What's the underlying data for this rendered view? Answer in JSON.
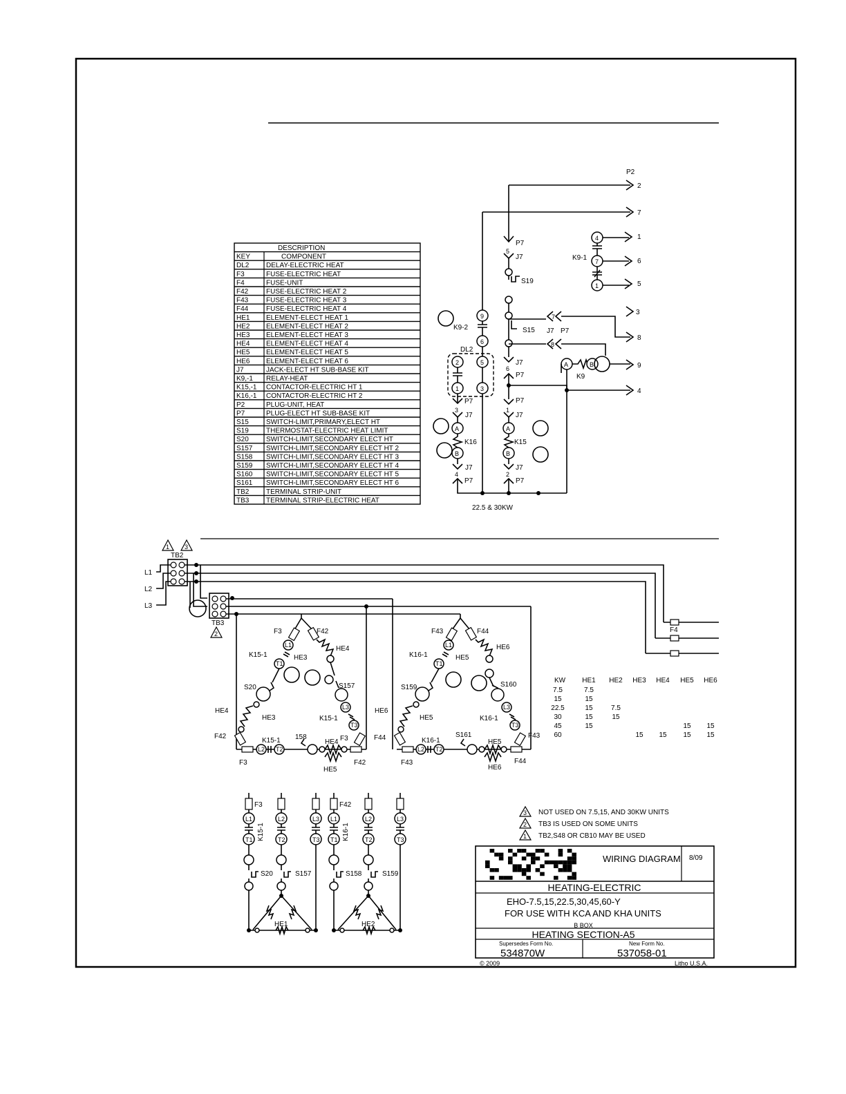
{
  "legend": {
    "header_description": "DESCRIPTION",
    "header_key": "KEY",
    "header_component": "COMPONENT",
    "rows": [
      {
        "key": "DL2",
        "desc": "DELAY-ELECTRIC HEAT"
      },
      {
        "key": "F3",
        "desc": "FUSE-ELECTRIC HEAT"
      },
      {
        "key": "F4",
        "desc": "FUSE-UNIT"
      },
      {
        "key": "F42",
        "desc": "FUSE-ELECTRIC HEAT 2"
      },
      {
        "key": "F43",
        "desc": "FUSE-ELECTRIC HEAT 3"
      },
      {
        "key": "F44",
        "desc": "FUSE-ELECTRIC HEAT 4"
      },
      {
        "key": "HE1",
        "desc": "ELEMENT-ELECT HEAT 1"
      },
      {
        "key": "HE2",
        "desc": "ELEMENT-ELECT HEAT 2"
      },
      {
        "key": "HE3",
        "desc": "ELEMENT-ELECT HEAT 3"
      },
      {
        "key": "HE4",
        "desc": "ELEMENT-ELECT HEAT 4"
      },
      {
        "key": "HE5",
        "desc": "ELEMENT-ELECT HEAT 5"
      },
      {
        "key": "HE6",
        "desc": "ELEMENT-ELECT HEAT 6"
      },
      {
        "key": "J7",
        "desc": "JACK-ELECT HT SUB-BASE KIT"
      },
      {
        "key": "K9,-1",
        "desc": "RELAY-HEAT"
      },
      {
        "key": "K15,-1",
        "desc": "CONTACTOR-ELECTRIC HT 1"
      },
      {
        "key": "K16,-1",
        "desc": "CONTACTOR-ELECTRIC HT 2"
      },
      {
        "key": "P2",
        "desc": "PLUG-UNIT, HEAT"
      },
      {
        "key": "P7",
        "desc": "PLUG-ELECT HT SUB-BASE KIT"
      },
      {
        "key": "S15",
        "desc": "SWITCH-LIMIT,PRIMARY,ELECT HT"
      },
      {
        "key": "S19",
        "desc": "THERMOSTAT-ELECTRIC HEAT LIMIT"
      },
      {
        "key": "S20",
        "desc": "SWITCH-LIMIT,SECONDARY ELECT HT"
      },
      {
        "key": "S157",
        "desc": "SWITCH-LIMIT,SECONDARY ELECT HT 2"
      },
      {
        "key": "S158",
        "desc": "SWITCH-LIMIT,SECONDARY ELECT HT 3"
      },
      {
        "key": "S159",
        "desc": "SWITCH-LIMIT,SECONDARY ELECT HT 4"
      },
      {
        "key": "S160",
        "desc": "SWITCH-LIMIT,SECONDARY ELECT HT 5"
      },
      {
        "key": "S161",
        "desc": "SWITCH-LIMIT,SECONDARY ELECT HT 6"
      },
      {
        "key": "TB2",
        "desc": "TERMINAL STRIP-UNIT"
      },
      {
        "key": "TB3",
        "desc": "TERMINAL STRIP-ELECTRIC HEAT"
      }
    ]
  },
  "control": {
    "p2": "P2",
    "p2_pins": [
      "2",
      "7",
      "1",
      "6",
      "5",
      "3",
      "8",
      "9",
      "4"
    ],
    "k9": "K9",
    "k9_1": "K9-1",
    "k9_2": "K9-2",
    "k9_pins": [
      "4",
      "7",
      "1"
    ],
    "dl2": "DL2",
    "dl2_pins": [
      "2",
      "5",
      "1",
      "3"
    ],
    "k9_2_pins": [
      "9",
      "6"
    ],
    "s19": "S19",
    "s15": "S15",
    "k15": "K15",
    "k16": "K16",
    "coil_a": "A",
    "coil_b": "B",
    "p7": "P7",
    "j7": "J7",
    "pin_numbers": [
      "5",
      "7",
      "8",
      "6",
      "1",
      "2",
      "3",
      "4"
    ],
    "rating_note": "22.5 & 30KW"
  },
  "power": {
    "l1": "L1",
    "l2": "L2",
    "l3": "L3",
    "tb2": "TB2",
    "tb3": "TB3",
    "f4": "F4",
    "note_marks": [
      "1",
      "3",
      "2"
    ],
    "bank1": {
      "f3": "F3",
      "f42": "F42",
      "he3": "HE3",
      "he4": "HE4",
      "he5": "HE5",
      "s20": "S20",
      "s157": "S157",
      "s158": "158",
      "k15_1": "K15-1",
      "l1": "L1",
      "l2": "L2",
      "l3": "L3",
      "t1": "T1",
      "t2": "T2",
      "t3": "T3"
    },
    "bank2": {
      "f43": "F43",
      "f44": "F44",
      "he5": "HE5",
      "he6": "HE6",
      "s159": "S159",
      "s160": "S160",
      "s161": "S161",
      "k16_1": "K16-1",
      "l1": "L1",
      "l2": "L2",
      "l3": "L3",
      "t1": "T1",
      "t2": "T2",
      "t3": "T3"
    }
  },
  "kw_table": {
    "headers": [
      "KW",
      "HE1",
      "HE2",
      "HE3",
      "HE4",
      "HE5",
      "HE6"
    ],
    "rows": [
      [
        "7.5",
        "7.5",
        "",
        "",
        "",
        "",
        ""
      ],
      [
        "15",
        "15",
        "",
        "",
        "",
        "",
        ""
      ],
      [
        "22.5",
        "15",
        "7.5",
        "",
        "",
        "",
        ""
      ],
      [
        "30",
        "15",
        "15",
        "",
        "",
        "",
        ""
      ],
      [
        "45",
        "15",
        "",
        "",
        "",
        "15",
        "15"
      ],
      [
        "60",
        "",
        "",
        "15",
        "15",
        "15",
        "15"
      ]
    ]
  },
  "lower": {
    "f3": "F3",
    "f42": "F42",
    "k15_1": "K15-1",
    "k16_1": "K16-1",
    "s20": "S20",
    "s157": "S157",
    "s158": "S158",
    "s159": "S159",
    "he1": "HE1",
    "he2": "HE2",
    "l1": "L1",
    "l2": "L2",
    "l3": "L3",
    "t1": "T1",
    "t2": "T2",
    "t3": "T3"
  },
  "notes": [
    {
      "mark": "3",
      "text": "NOT USED ON 7.5,15, AND 30KW UNITS"
    },
    {
      "mark": "2",
      "text": "TB3 IS USED ON SOME UNITS"
    },
    {
      "mark": "1",
      "text": "TB2,S48 OR CB10 MAY BE USED"
    }
  ],
  "title_block": {
    "doc_type": "WIRING DIAGRAM",
    "date": "8/09",
    "system": "HEATING-ELECTRIC",
    "models": "EHO-7.5,15,22.5,30,45,60-Y",
    "usage": "FOR USE WITH KCA AND KHA UNITS",
    "box": "B BOX",
    "section": "HEATING SECTION-A5",
    "supersedes_label": "Supersedes Form No.",
    "supersedes": "534870W",
    "new_form_label": "New Form No.",
    "new_form": "537058-01",
    "copyright": "© 2009",
    "litho": "Litho U.S.A."
  }
}
